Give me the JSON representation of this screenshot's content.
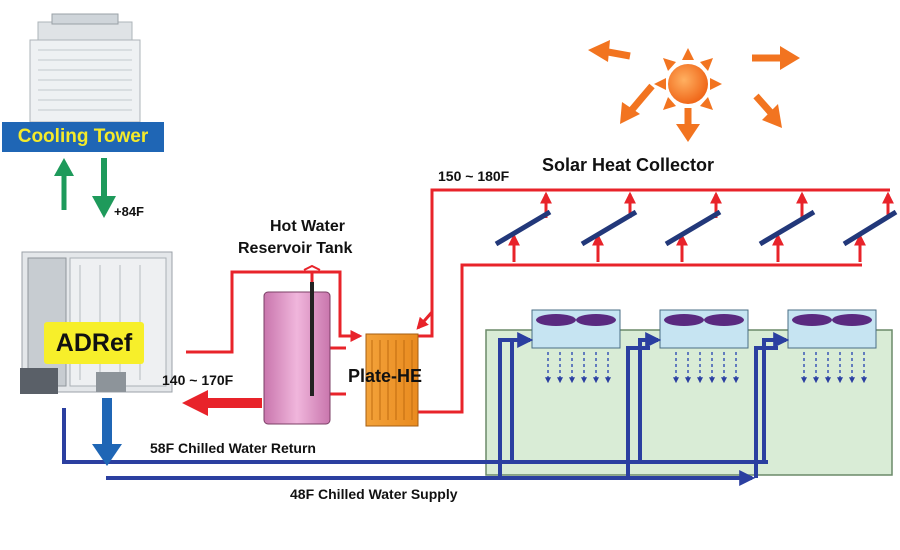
{
  "labels": {
    "cooling_tower": "Cooling Tower",
    "adref": "ADRef",
    "cooling_temp": "+84F",
    "hot_water_tank_line1": "Hot Water",
    "hot_water_tank_line2": "Reservoir Tank",
    "plate_he": "Plate-HE",
    "solar_collector": "Solar Heat Collector",
    "solar_temp": "150 ~ 180F",
    "hot_water_temp": "140 ~ 170F",
    "chilled_return": "58F Chilled Water Return",
    "chilled_supply": "48F Chilled Water Supply"
  },
  "colors": {
    "hot_loop": "#e8232a",
    "chilled_loop": "#2b3fa0",
    "cooling_loop": "#1e9a5b",
    "sun": "#f27420",
    "tank": "#dc8ec2",
    "plate_he": "#f59a2a",
    "room_fill": "#d9ecd6",
    "tower_box": "#1f66b5",
    "tower_text": "#f4ea2a",
    "adref_box": "#f7ef2a"
  }
}
